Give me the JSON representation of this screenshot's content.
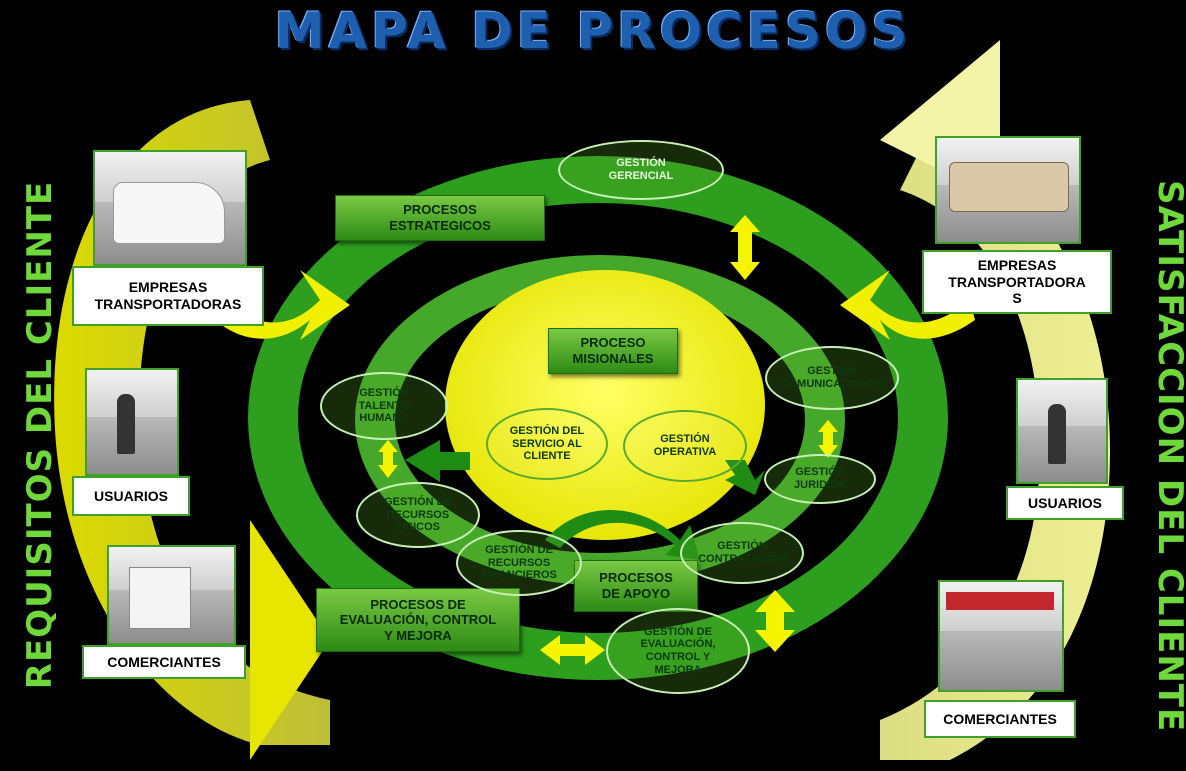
{
  "title": "MAPA DE PROCESOS",
  "left_vertical": "REQUISITOS DEL CLIENTE",
  "right_vertical": "SATISFACCIÓN DEL CLIENTE",
  "left_clients": [
    {
      "label": "EMPRESAS\nTRANSPORTADORAS"
    },
    {
      "label": "USUARIOS"
    },
    {
      "label": "COMERCIANTES"
    }
  ],
  "right_clients": [
    {
      "label": "EMPRESAS\nTRANSPORTADORA\nS"
    },
    {
      "label": "USUARIOS"
    },
    {
      "label": "COMERCIANTES"
    }
  ],
  "process_boxes": {
    "estrategicos": "PROCESOS\nESTRATEGICOS",
    "misionales": "PROCESO\nMISIONALES",
    "apoyo": "PROCESOS\nDE APOYO",
    "evaluacion": "PROCESOS DE\nEVALUACIÓN, CONTROL\nY MEJORA"
  },
  "ellipses": {
    "gerencial": "GESTIÓN\nGERENCIAL",
    "servicio": "GESTIÓN DEL\nSERVICIO AL\nCLIENTE",
    "operativa": "GESTIÓN\nOPERATIVA",
    "talento": "GESTIÓN\nTALENTO\nHUMANO",
    "comunicaciones": "GESTIÓN\nCOMUNICACIONES",
    "juridica": "GESTIÓN\nJURIDICA",
    "recursos_fisicos": "GESTIÓN DE\nRECURSOS\nFÍSICOS",
    "recursos_financieros": "GESTIÓN DE\nRECURSOS\nFINANCIEROS",
    "contratacion": "GESTIÓN\nCONTRATACIÓN",
    "evaluacion": "GESTIÓN DE\nEVALUACIÓN,\nCONTROL Y\nMEJORA"
  },
  "colors": {
    "green": "#2f9f1f",
    "dark_green": "#1c7a0f",
    "yellow": "#f2f200",
    "pale_yellow": "#d9db3a",
    "title_blue": "#1f5fb0",
    "vertical_text": "#6fd83a"
  }
}
